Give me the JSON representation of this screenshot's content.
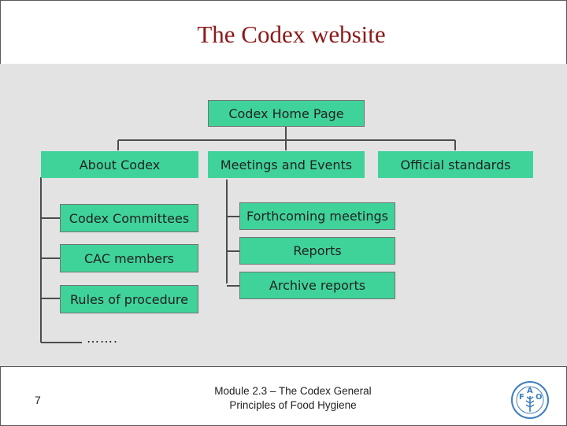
{
  "title": "The Codex website",
  "tree": {
    "root": "Codex Home Page",
    "branches": [
      {
        "label": "About Codex",
        "children": [
          "Codex Committees",
          "CAC members",
          "Rules of procedure"
        ],
        "more": "……."
      },
      {
        "label": "Meetings and Events",
        "children": [
          "Forthcoming meetings",
          "Reports",
          "Archive reports"
        ]
      },
      {
        "label": "Official standards",
        "children": []
      }
    ]
  },
  "footer": {
    "page_number": "7",
    "module_line1": "Module 2.3 – The Codex General",
    "module_line2": "Principles of Food Hygiene",
    "logo_icon": "fao-logo-icon"
  },
  "colors": {
    "title": "#8b1a1a",
    "node_fill": "#3fd39a",
    "content_background": "#e3e3e3",
    "line": "#4d4d4d"
  }
}
